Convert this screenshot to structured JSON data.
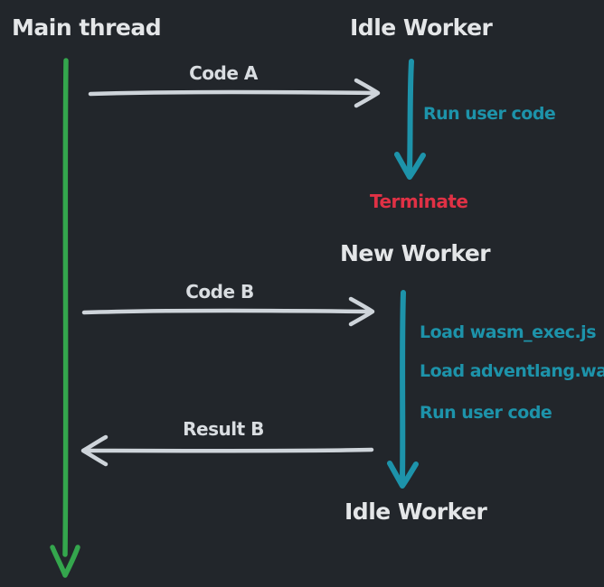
{
  "diagram": {
    "type": "sequence-diagram",
    "titles": {
      "main_thread": "Main thread",
      "idle_worker_top": "Idle Worker",
      "new_worker": "New Worker",
      "idle_worker_bottom": "Idle Worker"
    },
    "messages": {
      "code_a": "Code A",
      "code_b": "Code B",
      "result_b": "Result B"
    },
    "worker_steps": {
      "run_user_code_top": "Run user code",
      "terminate": "Terminate",
      "load_wasm_exec": "Load wasm_exec.js",
      "load_adventlang": "Load adventlang.wasm",
      "run_user_code_bottom": "Run user code"
    },
    "colors": {
      "background": "#22262b",
      "title_text": "#e4e6e8",
      "message_arrow_gray": "#ced4da",
      "lifeline_green": "#34a64d",
      "worker_teal": "#1d93aa",
      "terminate_red": "#e03145"
    }
  }
}
